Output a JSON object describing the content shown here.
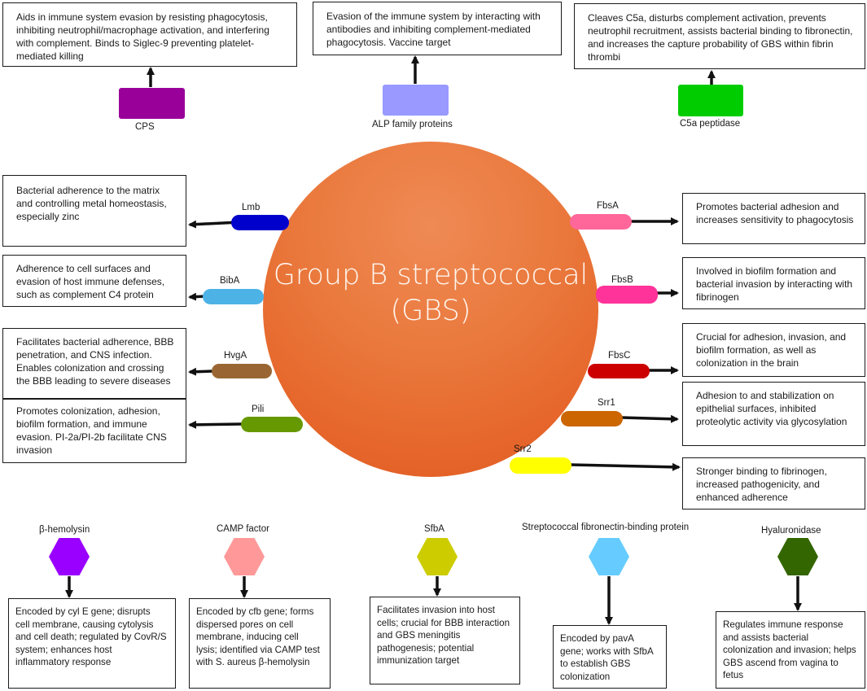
{
  "center": {
    "title": "Group B streptococcal (GBS)",
    "color": "#ea7a3e"
  },
  "top_factors": [
    {
      "name": "CPS",
      "color": "#990099",
      "description": "Aids in immune system evasion by resisting phagocytosis, inhibiting neutrophil/macrophage activation, and interfering with complement. Binds to Siglec-9 preventing platelet-mediated killing"
    },
    {
      "name": "ALP family proteins",
      "color": "#9999ff",
      "description": "Evasion of the immune system by interacting with antibodies and inhibiting complement-mediated phagocytosis. Vaccine target"
    },
    {
      "name": "C5a peptidase",
      "color": "#00cc00",
      "description": "Cleaves C5a, disturbs complement activation, prevents neutrophil  recruitment, assists bacterial binding to fibronectin, and increases the capture probability of GBS within fibrin thrombi"
    }
  ],
  "left_factors": [
    {
      "name": "Lmb",
      "color": "#0000cc",
      "description": "Bacterial adherence to the matrix and controlling metal homeostasis, especially zinc"
    },
    {
      "name": "BibA",
      "color": "#4db3e6",
      "description": "Adherence to cell surfaces and evasion of host immune defenses, such as complement C4 protein"
    },
    {
      "name": "HvgA",
      "color": "#996633",
      "description": "Facilitates bacterial adherence, BBB penetration, and CNS infection. Enables colonization and crossing the BBB leading to severe diseases"
    },
    {
      "name": "Pili",
      "color": "#669900",
      "description": "Promotes colonization, adhesion, biofilm formation, and immune evasion. PI-2a/PI-2b facilitate CNS invasion"
    }
  ],
  "right_factors": [
    {
      "name": "FbsA",
      "color": "#ff6699",
      "description": "Promotes bacterial adhesion and increases sensitivity to phagocytosis"
    },
    {
      "name": "FbsB",
      "color": "#ff3399",
      "description": "Involved in biofilm formation and bacterial invasion by interacting with fibrinogen"
    },
    {
      "name": "FbsC",
      "color": "#cc0000",
      "description": "Crucial for adhesion, invasion, and biofilm formation, as well as colonization in the brain"
    },
    {
      "name": "Srr1",
      "color": "#cc6600",
      "description": "Adhesion to and stabilization on epithelial surfaces, inhibited proteolytic activity via glycosylation"
    },
    {
      "name": "Srr2",
      "color": "#ffff00",
      "description": "Stronger binding to fibrinogen, increased pathogenicity, and enhanced adherence"
    }
  ],
  "bottom_factors": [
    {
      "name": "β-hemolysin",
      "color": "#9900ff",
      "description": "Encoded by cyl E gene; disrupts cell membrane, causing cytolysis and cell death; regulated by CovR/S system; enhances host inflammatory response"
    },
    {
      "name": "CAMP factor",
      "color": "#ff9999",
      "description": "Encoded by cfb gene; forms dispersed pores on cell membrane, inducing cell lysis; identified via CAMP test with S. aureus β-hemolysin"
    },
    {
      "name": "SfbA",
      "color": "#cccc00",
      "description": "Facilitates invasion into host cells; crucial for BBB interaction and GBS meningitis pathogenesis; potential immunization target"
    },
    {
      "name": "Streptococcal fibronectin-binding protein",
      "color": "#66ccff",
      "description": "Encoded by pavA gene; works with SfbA to establish GBS colonization"
    },
    {
      "name": "Hyaluronidase",
      "color": "#336600",
      "description": "Regulates immune response and assists bacterial colonization and invasion; helps GBS ascend from vagina to fetus"
    }
  ]
}
